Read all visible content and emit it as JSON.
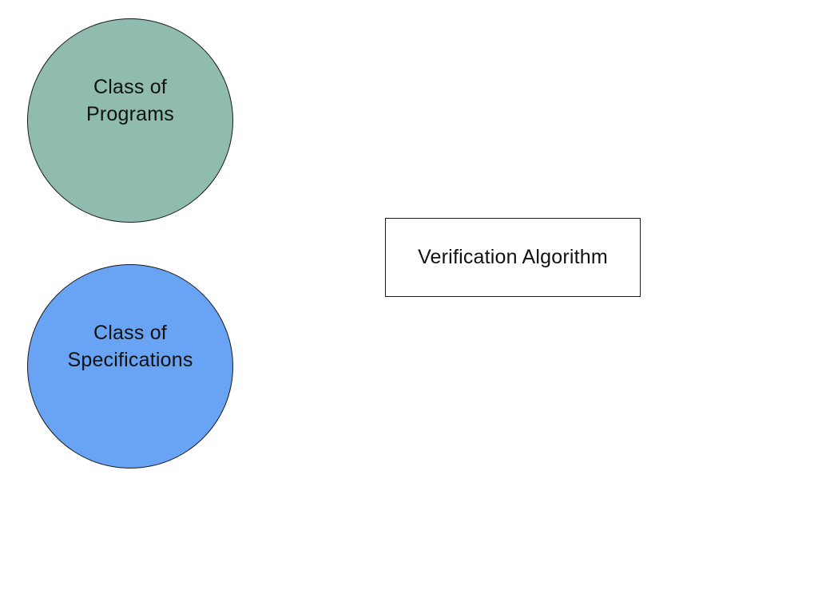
{
  "colors": {
    "programs_fill": "#8fbcaf",
    "specifications_fill": "#69a3f3",
    "stroke": "#1a1a1a",
    "background": "#ffffff"
  },
  "nodes": {
    "programs": {
      "line1": "Class of",
      "line2": "Programs"
    },
    "specifications": {
      "line1": "Class of",
      "line2": "Specifications"
    },
    "algorithm": {
      "label": "Verification Algorithm"
    }
  }
}
